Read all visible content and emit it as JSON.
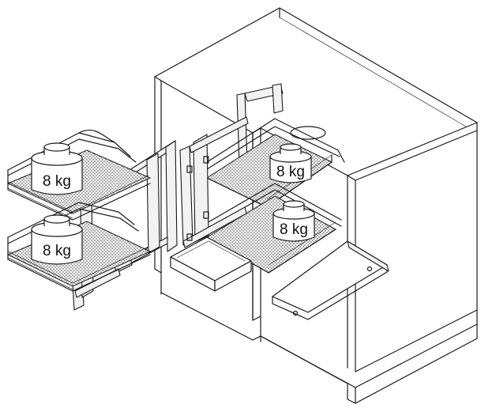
{
  "weights": [
    {
      "id": "left-upper",
      "label": "8 kg"
    },
    {
      "id": "left-lower",
      "label": "8 kg"
    },
    {
      "id": "right-upper",
      "label": "8 kg"
    },
    {
      "id": "right-lower",
      "label": "8 kg"
    }
  ]
}
